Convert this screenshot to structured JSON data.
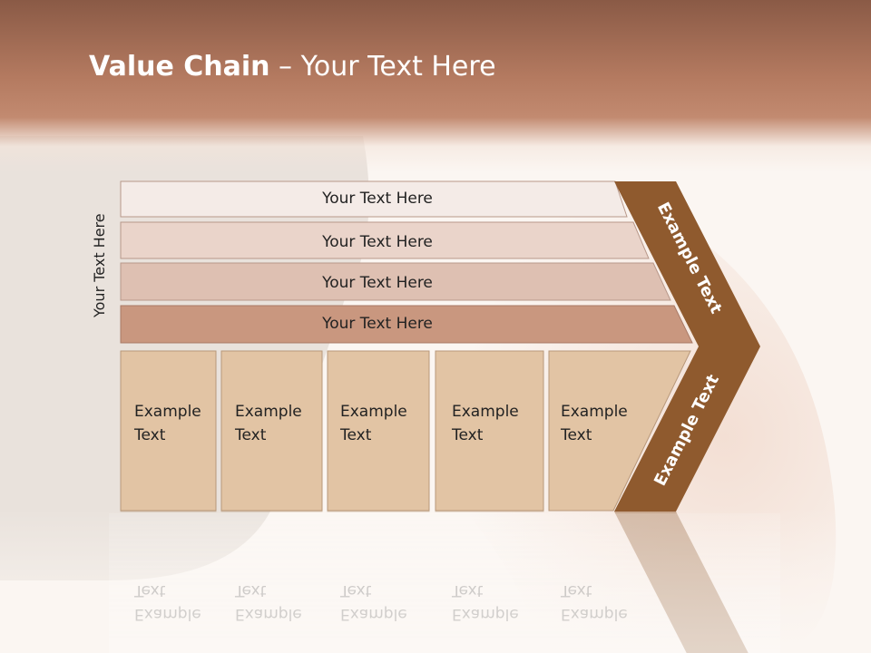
{
  "slide": {
    "title_bold": "Value Chain",
    "title_rest": " – Your Text Here",
    "side_label": "Your Text Here"
  },
  "rows": [
    {
      "label": "Your Text Here",
      "color": "#f4ebe7"
    },
    {
      "label": "Your Text Here",
      "color": "#ead4ca"
    },
    {
      "label": "Your Text Here",
      "color": "#dec0b2"
    },
    {
      "label": "Your Text Here",
      "color": "#c9977f"
    }
  ],
  "columns": [
    {
      "line1": "Example",
      "line2": "Text"
    },
    {
      "line1": "Example",
      "line2": "Text"
    },
    {
      "line1": "Example",
      "line2": "Text"
    },
    {
      "line1": "Example",
      "line2": "Text"
    },
    {
      "line1": "Example",
      "line2": "Text"
    }
  ],
  "chevron": {
    "top_label": "Example Text",
    "bottom_label": "Example Text",
    "color": "#8f5a2e"
  },
  "column_color": "#e2c4a4"
}
